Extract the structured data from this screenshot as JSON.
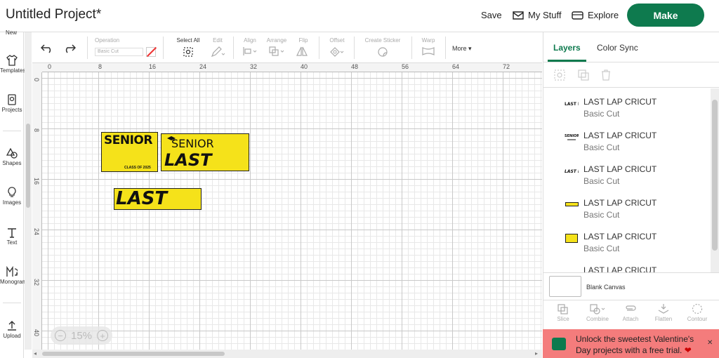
{
  "header": {
    "project_title": "Untitled Project*",
    "save_label": "Save",
    "my_stuff_label": "My Stuff",
    "explore_label": "Explore",
    "make_label": "Make"
  },
  "sidebar": {
    "top_partial_label": "New",
    "items": [
      {
        "label": "Templates",
        "icon": "shirt-icon"
      },
      {
        "label": "Projects",
        "icon": "projects-icon"
      },
      {
        "label": "Shapes",
        "icon": "shapes-icon"
      },
      {
        "label": "Images",
        "icon": "lightbulb-icon"
      },
      {
        "label": "Text",
        "icon": "text-icon"
      },
      {
        "label": "Monogram",
        "icon": "monogram-icon"
      },
      {
        "label": "Upload",
        "icon": "upload-icon"
      }
    ]
  },
  "toolbar": {
    "operation_label": "Operation",
    "operation_value": "Basic Cut",
    "select_all_label": "Select All",
    "edit_label": "Edit",
    "align_label": "Align",
    "arrange_label": "Arrange",
    "flip_label": "Flip",
    "offset_label": "Offset",
    "create_sticker_label": "Create Sticker",
    "warp_label": "Warp",
    "more_label": "More"
  },
  "rulers": {
    "horizontal": [
      "0",
      "8",
      "16",
      "24",
      "32",
      "40",
      "48",
      "56",
      "64",
      "72"
    ],
    "vertical": [
      "0",
      "8",
      "16",
      "24",
      "32",
      "40"
    ]
  },
  "canvas": {
    "designs": {
      "senior_card": {
        "title": "SENIOR",
        "subtitle": "CLASS OF 2025"
      },
      "senior_last_lap": {
        "line1": "SENIOR",
        "line2": "LAST LAP"
      },
      "last_lap": {
        "text": "LAST LAP"
      }
    },
    "design_color": "#f5e21a",
    "zoom": "15%"
  },
  "right_panel": {
    "tabs": [
      "Layers",
      "Color Sync"
    ],
    "layers": [
      {
        "name": "LAST LAP CRICUT",
        "operation": "Basic Cut"
      },
      {
        "name": "LAST LAP CRICUT",
        "operation": "Basic Cut"
      },
      {
        "name": "LAST LAP CRICUT",
        "operation": "Basic Cut"
      },
      {
        "name": "LAST LAP CRICUT",
        "operation": "Basic Cut"
      },
      {
        "name": "LAST LAP CRICUT",
        "operation": "Basic Cut"
      },
      {
        "name": "LAST LAP CRICUT",
        "operation": ""
      }
    ],
    "blank_canvas_label": "Blank Canvas",
    "bottom_tools": [
      "Slice",
      "Combine",
      "Attach",
      "Flatten",
      "Contour"
    ]
  },
  "promo": {
    "text": "Unlock the sweetest Valentine's Day projects with a free trial.",
    "heart": "❤",
    "close": "✕"
  },
  "colors": {
    "brand_green": "#0e7a4e",
    "promo_bg": "#f47c7c"
  }
}
